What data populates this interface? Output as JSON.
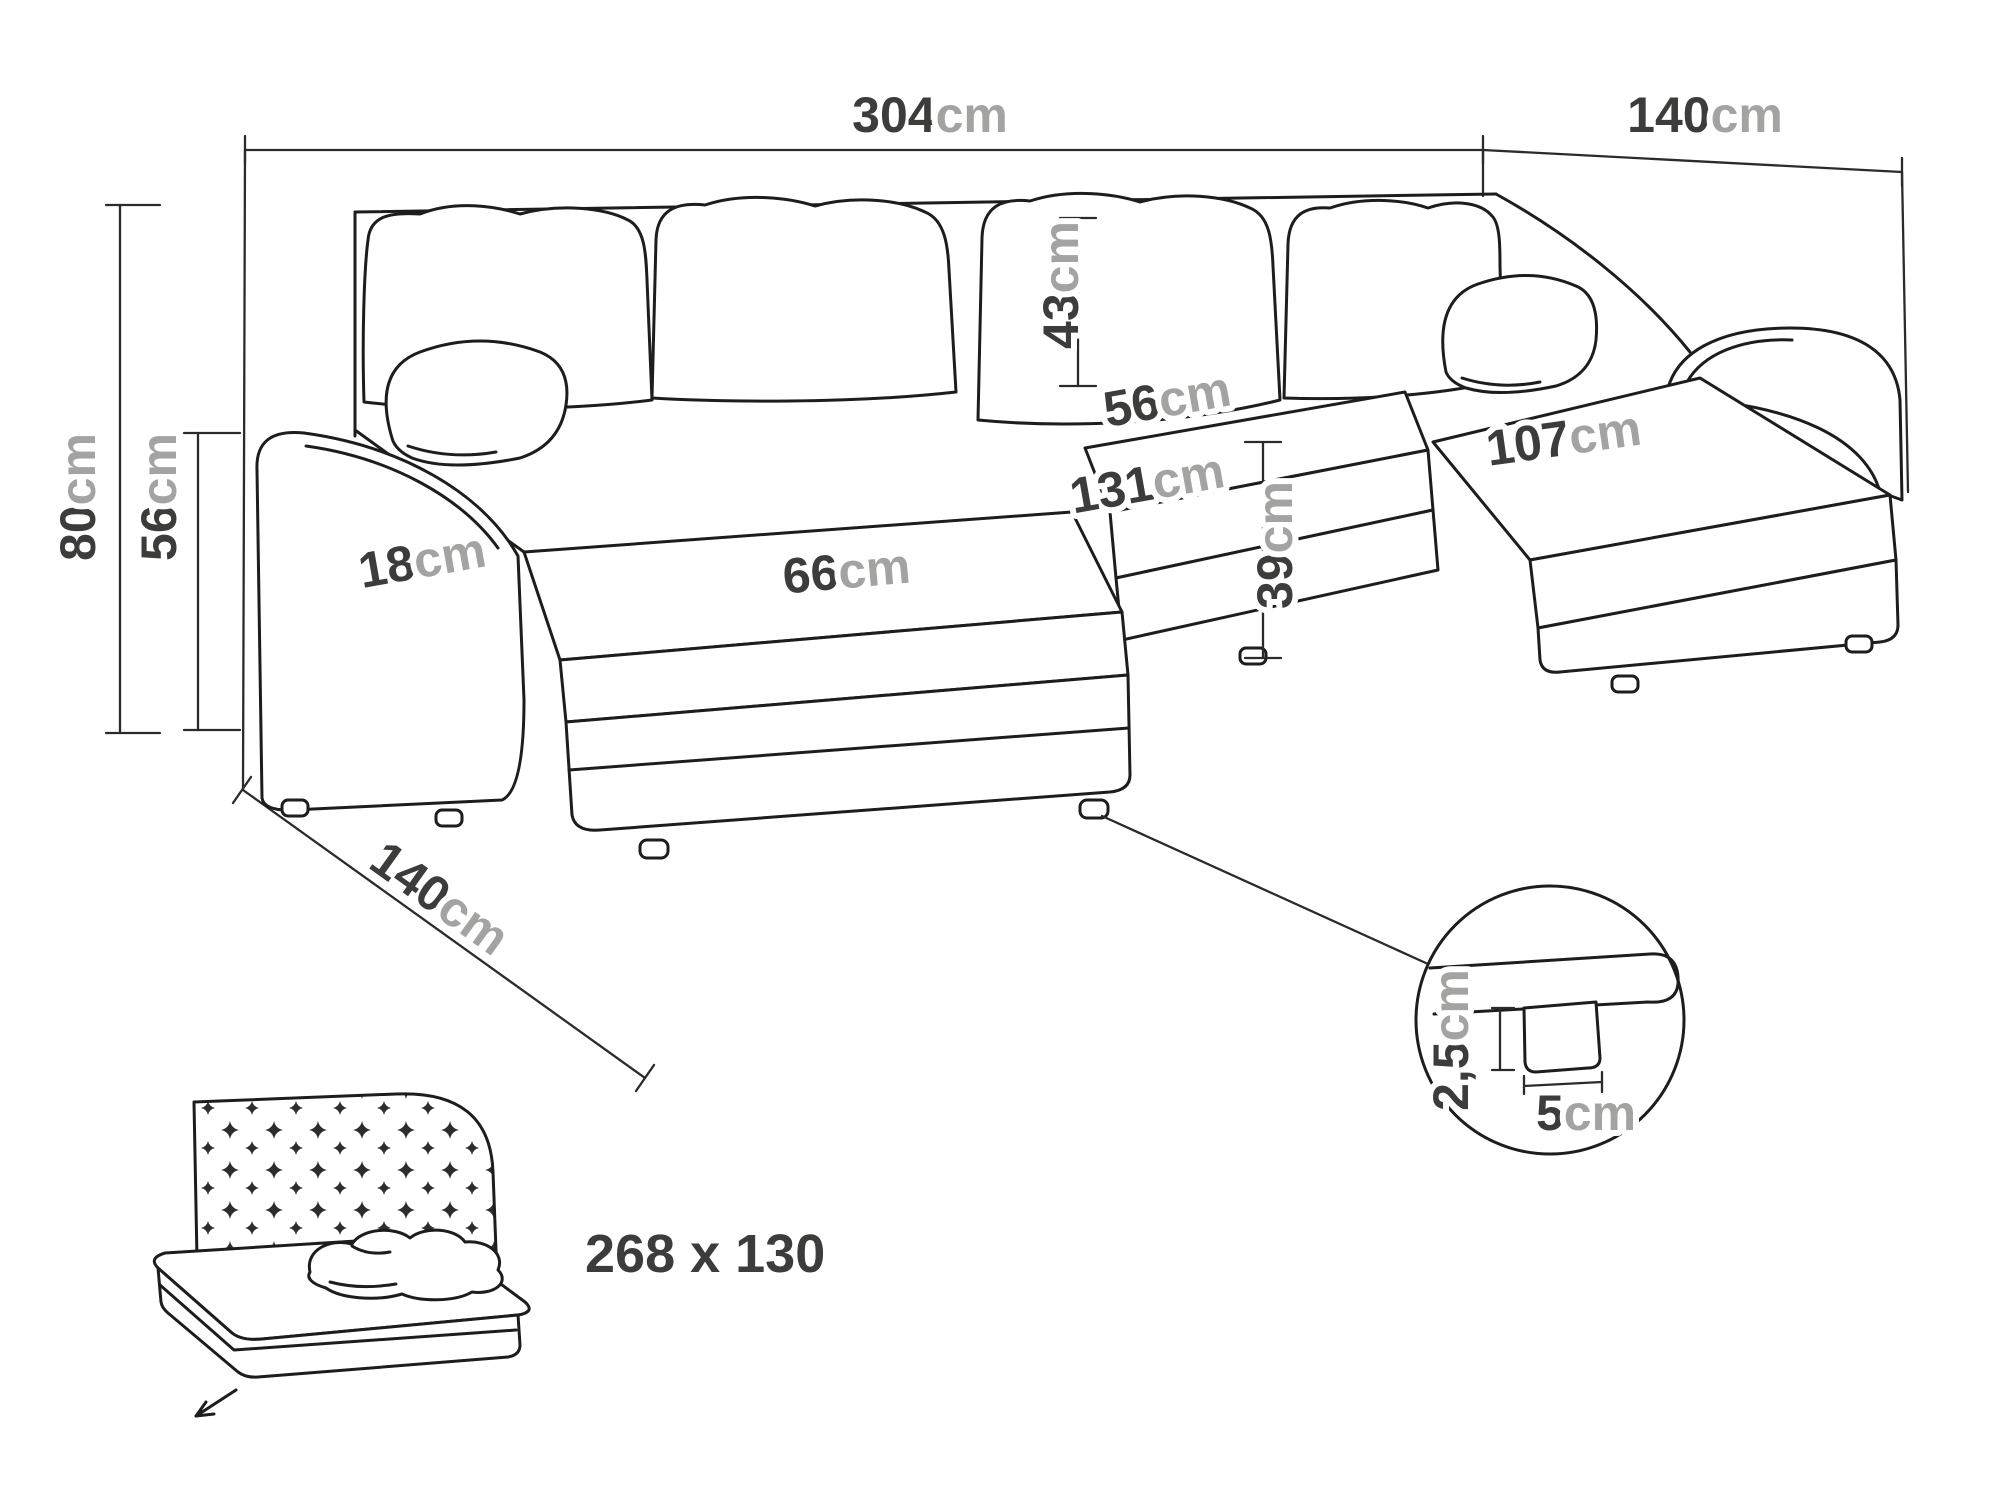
{
  "diagram": {
    "type": "furniture-dimension-diagram",
    "subject": "u-shaped-corner-sofa-bed",
    "dimensions": {
      "top_width": {
        "value": "304",
        "unit": "cm"
      },
      "right_depth": {
        "value": "140",
        "unit": "cm"
      },
      "overall_height": {
        "value": "80",
        "unit": "cm"
      },
      "seat_height": {
        "value": "56",
        "unit": "cm"
      },
      "armrest_width": {
        "value": "18",
        "unit": "cm"
      },
      "left_seat_width": {
        "value": "66",
        "unit": "cm"
      },
      "middle_seat_width": {
        "value": "131",
        "unit": "cm"
      },
      "back_cushion_height": {
        "value": "43",
        "unit": "cm"
      },
      "middle_seat_depth": {
        "value": "56",
        "unit": "cm"
      },
      "seat_front_height": {
        "value": "39",
        "unit": "cm"
      },
      "right_seat_width": {
        "value": "107",
        "unit": "cm"
      },
      "left_depth": {
        "value": "140",
        "unit": "cm"
      }
    },
    "leg_detail": {
      "height": {
        "value": "2,5",
        "unit": "cm"
      },
      "width": {
        "value": "5",
        "unit": "cm"
      }
    },
    "sleeping_area": {
      "value": "268 x 130",
      "unit": ""
    }
  },
  "colors": {
    "line": "#1d1d1b",
    "number_text": "#3c3c3b",
    "unit_text": "#a3a3a1",
    "background": "#ffffff"
  }
}
